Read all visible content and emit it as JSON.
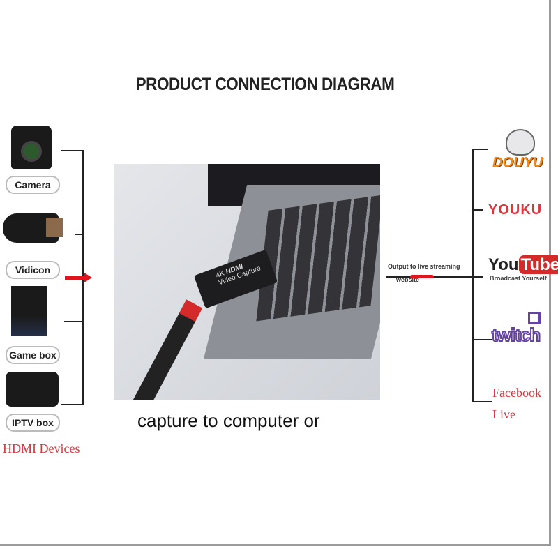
{
  "title": "PRODUCT CONNECTION DIAGRAM",
  "inputs": {
    "devices": [
      "Camera",
      "Vidicon",
      "Game box",
      "IPTV box"
    ],
    "group_label": "HDMI Devices"
  },
  "center": {
    "device_label": "HDMI",
    "device_sublabel": "Video Capture",
    "device_brand": "4K",
    "caption": "capture to computer or"
  },
  "output": {
    "label_line1": "Output to live streaming",
    "label_line2": "website",
    "platforms": {
      "douyu": "DOUYU",
      "youku": "YOUKU",
      "youtube_you": "You",
      "youtube_tube": "Tube",
      "youtube_tagline": "Broadcast Yourself",
      "twitch": "twitch",
      "facebook_line1": "Facebook",
      "facebook_line2": "Live"
    }
  },
  "colors": {
    "accent_red": "#d9363e",
    "twitch_purple": "#6441a5",
    "douyu_orange": "#f08c1a"
  }
}
